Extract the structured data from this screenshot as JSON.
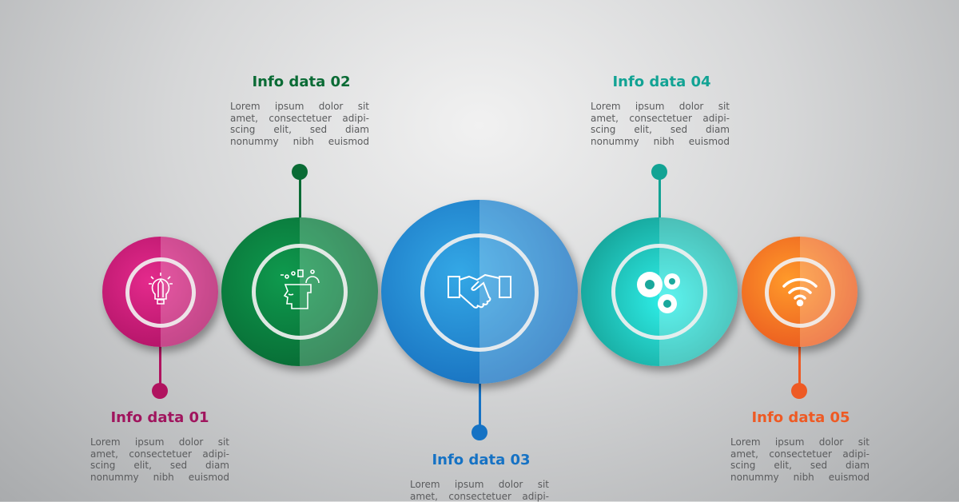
{
  "items": [
    {
      "title": "Info data 01",
      "color": "#c2176f",
      "icon": "lightbulb-pencil-icon",
      "lines": [
        "Lorem ipsum dolor sit",
        "amet, consectetuer adipi-",
        "scing elit, sed diam",
        "nonummy nibh euismod"
      ]
    },
    {
      "title": "Info data 02",
      "color": "#0b7a3e",
      "icon": "head-ideas-icon",
      "lines": [
        "Lorem ipsum dolor sit",
        "amet, consectetuer adipi-",
        "scing elit, sed diam",
        "nonummy nibh euismod"
      ]
    },
    {
      "title": "Info data 03",
      "color": "#1677c8",
      "icon": "handshake-icon",
      "lines": [
        "Lorem ipsum dolor sit",
        "amet, consectetuer adipi-"
      ]
    },
    {
      "title": "Info data 04",
      "color": "#14a898",
      "icon": "gears-icon",
      "lines": [
        "Lorem ipsum dolor sit",
        "amet, consectetuer adipi-",
        "scing elit, sed diam",
        "nonummy nibh euismod"
      ]
    },
    {
      "title": "Info data 05",
      "color": "#ef5f25",
      "icon": "wifi-icon",
      "lines": [
        "Lorem ipsum dolor sit",
        "amet, consectetuer adipi-",
        "scing elit, sed diam",
        "nonummy nibh euismod"
      ]
    }
  ]
}
